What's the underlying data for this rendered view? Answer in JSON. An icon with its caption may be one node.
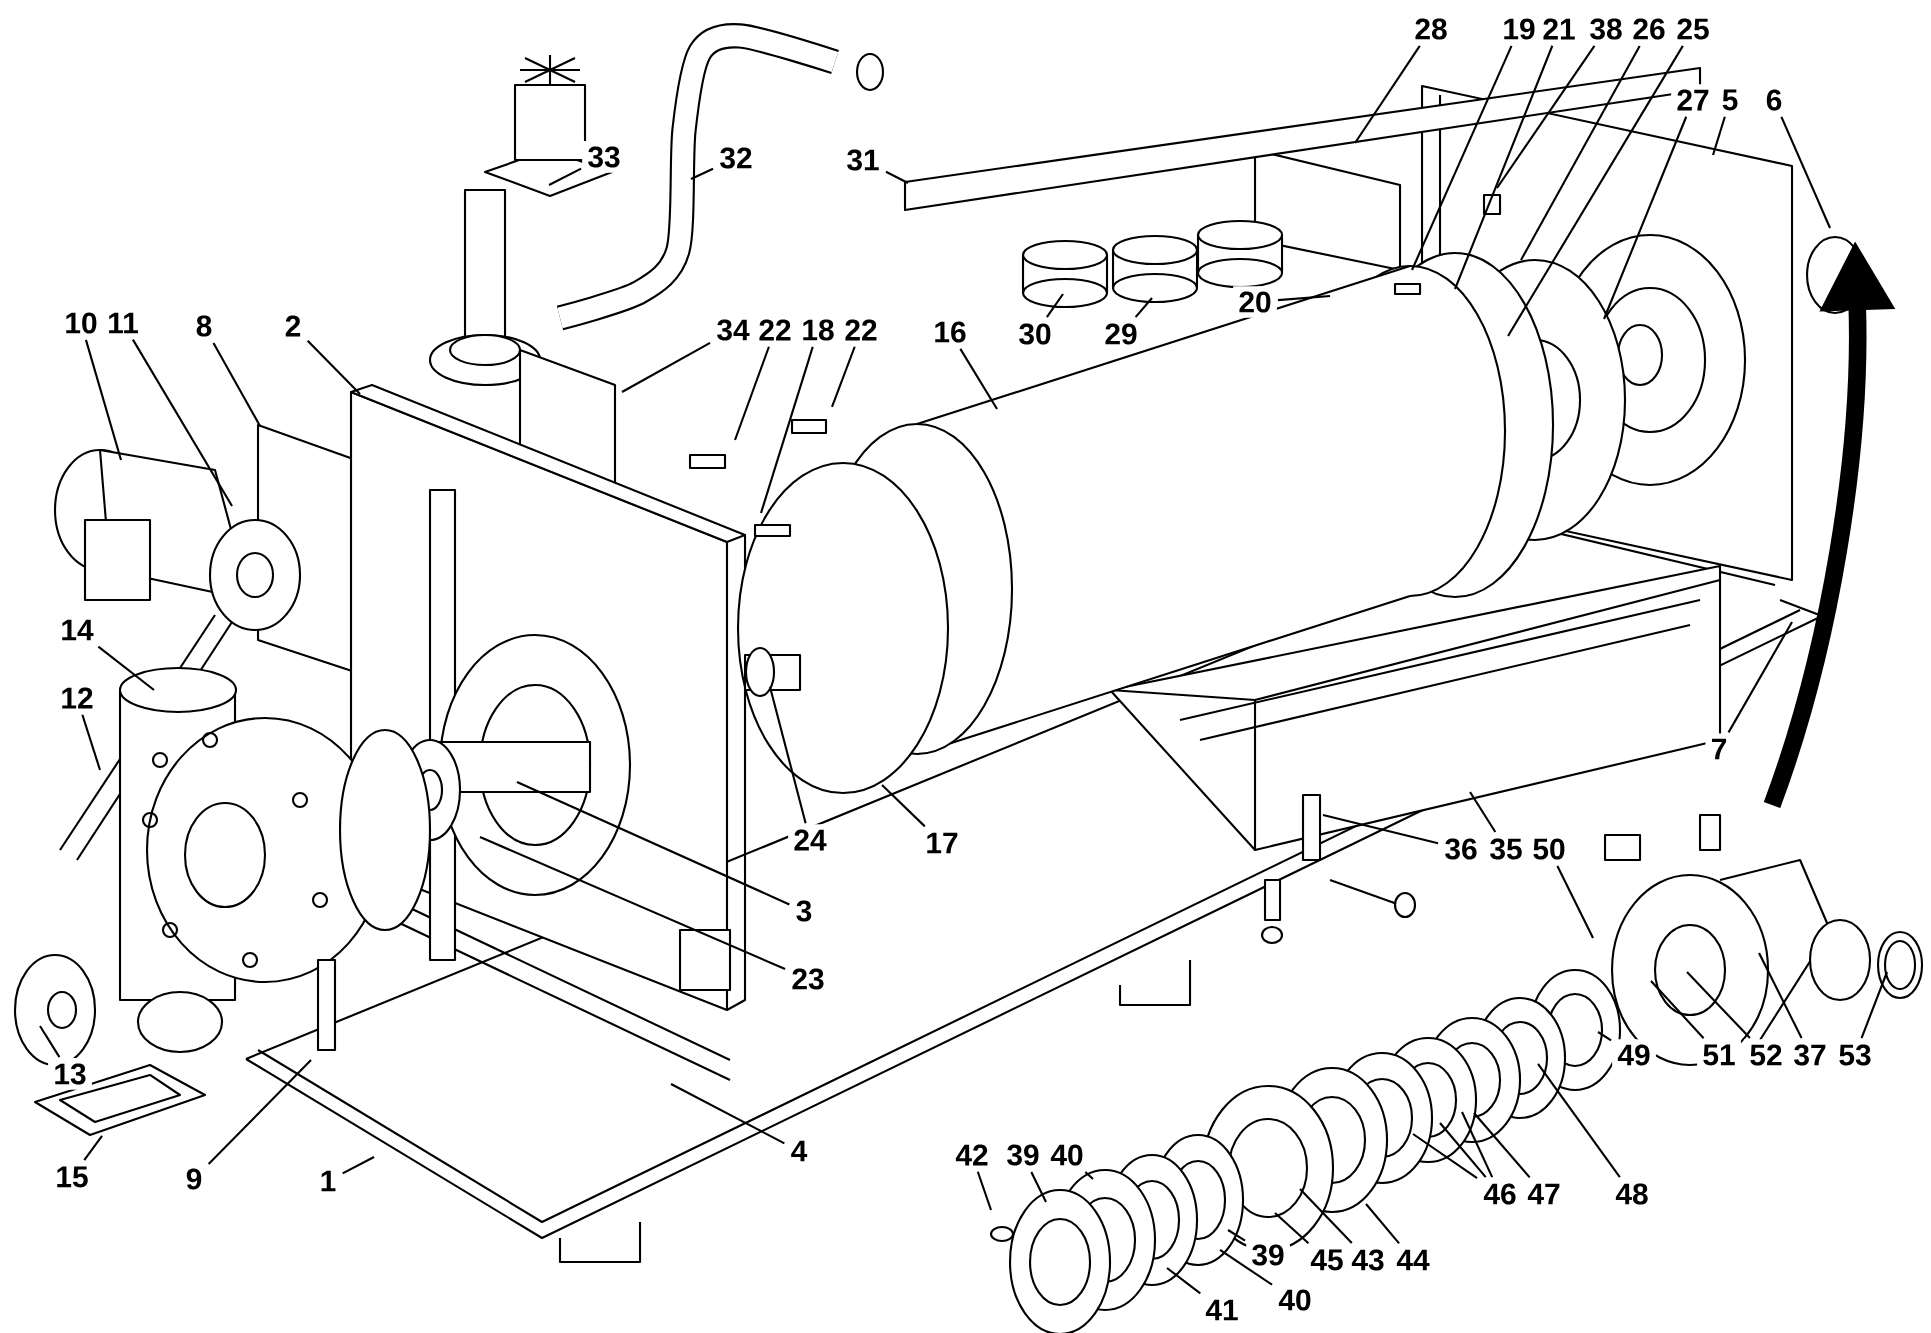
{
  "diagram": {
    "nodes": [
      {
        "text": [
          "28"
        ]
      },
      {
        "text": [
          "19"
        ]
      },
      {
        "text": [
          "21"
        ]
      },
      {
        "text": [
          "38"
        ]
      },
      {
        "text": [
          "26"
        ]
      },
      {
        "text": [
          "25"
        ]
      },
      {
        "text": [
          "27"
        ]
      },
      {
        "text": [
          "5"
        ]
      },
      {
        "text": [
          "6"
        ]
      },
      {
        "text": [
          "33"
        ]
      },
      {
        "text": [
          "32"
        ]
      },
      {
        "text": [
          "31"
        ]
      },
      {
        "text": [
          "20"
        ]
      },
      {
        "text": [
          "10"
        ]
      },
      {
        "text": [
          "11"
        ]
      },
      {
        "text": [
          "8"
        ]
      },
      {
        "text": [
          "2"
        ]
      },
      {
        "text": [
          "34"
        ]
      },
      {
        "text": [
          "22"
        ]
      },
      {
        "text": [
          "18"
        ]
      },
      {
        "text": [
          "22"
        ]
      },
      {
        "text": [
          "16"
        ]
      },
      {
        "text": [
          "30"
        ]
      },
      {
        "text": [
          "29"
        ]
      },
      {
        "text": [
          "14"
        ]
      },
      {
        "text": [
          "12"
        ]
      },
      {
        "text": [
          "7"
        ]
      },
      {
        "text": [
          "24"
        ]
      },
      {
        "text": [
          "17"
        ]
      },
      {
        "text": [
          "36"
        ]
      },
      {
        "text": [
          "35"
        ]
      },
      {
        "text": [
          "50"
        ]
      },
      {
        "text": [
          "3"
        ]
      },
      {
        "text": [
          "23"
        ]
      },
      {
        "text": [
          "49"
        ]
      },
      {
        "text": [
          "51"
        ]
      },
      {
        "text": [
          "52"
        ]
      },
      {
        "text": [
          "37"
        ]
      },
      {
        "text": [
          "53"
        ]
      },
      {
        "text": [
          "13"
        ]
      },
      {
        "text": [
          "4"
        ]
      },
      {
        "text": [
          "42"
        ]
      },
      {
        "text": [
          "39"
        ]
      },
      {
        "text": [
          "40"
        ]
      },
      {
        "text": [
          "15"
        ]
      },
      {
        "text": [
          "9"
        ]
      },
      {
        "text": [
          "1"
        ]
      },
      {
        "text": [
          "46"
        ]
      },
      {
        "text": [
          "47"
        ]
      },
      {
        "text": [
          "48"
        ]
      },
      {
        "text": [
          "39"
        ]
      },
      {
        "text": [
          "45"
        ]
      },
      {
        "text": [
          "43"
        ]
      },
      {
        "text": [
          "44"
        ]
      },
      {
        "text": [
          "41"
        ]
      },
      {
        "text": [
          "40"
        ]
      }
    ],
    "edges": [
      {
        "from": 0,
        "to": null,
        "arrow": "none"
      },
      {
        "from": 1,
        "to": null,
        "arrow": "none"
      },
      {
        "from": 2,
        "to": null,
        "arrow": "none"
      },
      {
        "from": 3,
        "to": null,
        "arrow": "none"
      },
      {
        "from": 4,
        "to": null,
        "arrow": "none"
      },
      {
        "from": 5,
        "to": null,
        "arrow": "none"
      },
      {
        "from": 6,
        "to": null,
        "arrow": "none"
      },
      {
        "from": 7,
        "to": null,
        "arrow": "none"
      },
      {
        "from": 8,
        "to": null,
        "arrow": "none"
      },
      {
        "from": 9,
        "to": null,
        "arrow": "none"
      },
      {
        "from": 10,
        "to": null,
        "arrow": "none"
      },
      {
        "from": 11,
        "to": null,
        "arrow": "none"
      },
      {
        "from": 12,
        "to": null,
        "arrow": "none"
      },
      {
        "from": 13,
        "to": null,
        "arrow": "none"
      },
      {
        "from": 14,
        "to": null,
        "arrow": "none"
      },
      {
        "from": 15,
        "to": null,
        "arrow": "none"
      },
      {
        "from": 16,
        "to": null,
        "arrow": "none"
      },
      {
        "from": 17,
        "to": null,
        "arrow": "none"
      },
      {
        "from": 18,
        "to": null,
        "arrow": "none"
      },
      {
        "from": 19,
        "to": null,
        "arrow": "none"
      },
      {
        "from": 20,
        "to": null,
        "arrow": "none"
      },
      {
        "from": 21,
        "to": null,
        "arrow": "none"
      },
      {
        "from": 22,
        "to": null,
        "arrow": "none"
      },
      {
        "from": 23,
        "to": null,
        "arrow": "none"
      },
      {
        "from": 24,
        "to": null,
        "arrow": "none"
      },
      {
        "from": 25,
        "to": null,
        "arrow": "none"
      },
      {
        "from": 26,
        "to": null,
        "arrow": "none"
      },
      {
        "from": 27,
        "to": null,
        "arrow": "none"
      },
      {
        "from": 28,
        "to": null,
        "arrow": "none"
      },
      {
        "from": 29,
        "to": null,
        "arrow": "none"
      },
      {
        "from": 30,
        "to": null,
        "arrow": "none"
      },
      {
        "from": 31,
        "to": null,
        "arrow": "none"
      },
      {
        "from": 32,
        "to": null,
        "arrow": "none"
      },
      {
        "from": 33,
        "to": null,
        "arrow": "none"
      },
      {
        "from": 34,
        "to": null,
        "arrow": "none"
      },
      {
        "from": 35,
        "to": null,
        "arrow": "none"
      },
      {
        "from": 36,
        "to": null,
        "arrow": "none"
      },
      {
        "from": 37,
        "to": null,
        "arrow": "none"
      },
      {
        "from": 38,
        "to": null,
        "arrow": "none"
      },
      {
        "from": 39,
        "to": null,
        "arrow": "none"
      },
      {
        "from": 40,
        "to": null,
        "arrow": "none"
      },
      {
        "from": 41,
        "to": null,
        "arrow": "none"
      },
      {
        "from": 42,
        "to": null,
        "arrow": "none"
      },
      {
        "from": 43,
        "to": null,
        "arrow": "none"
      },
      {
        "from": 44,
        "to": null,
        "arrow": "none"
      },
      {
        "from": 45,
        "to": null,
        "arrow": "none"
      },
      {
        "from": 46,
        "to": null,
        "arrow": "none"
      },
      {
        "from": 47,
        "to": null,
        "arrow": "none"
      },
      {
        "from": 47,
        "to": null,
        "arrow": "none"
      },
      {
        "from": 47,
        "to": null,
        "arrow": "none"
      },
      {
        "from": 48,
        "to": null,
        "arrow": "none"
      },
      {
        "from": 49,
        "to": null,
        "arrow": "none"
      },
      {
        "from": 50,
        "to": null,
        "arrow": "none"
      },
      {
        "from": 51,
        "to": null,
        "arrow": "none"
      },
      {
        "from": 52,
        "to": null,
        "arrow": "none"
      },
      {
        "from": 53,
        "to": null,
        "arrow": "none"
      },
      {
        "from": 54,
        "to": null,
        "arrow": "none"
      },
      {
        "from": 55,
        "to": null,
        "arrow": "none"
      }
    ]
  }
}
